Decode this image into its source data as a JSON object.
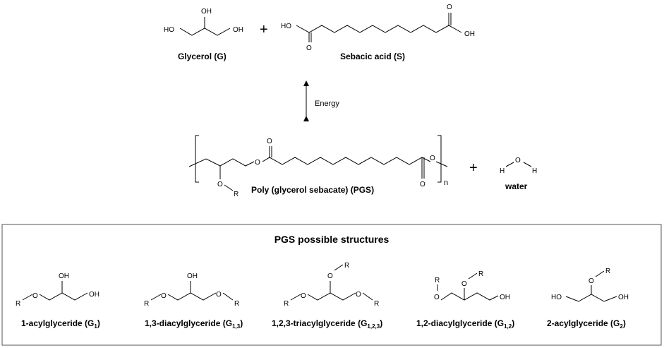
{
  "reactants": {
    "glycerol_label": "Glycerol (G)",
    "sebacic_label": "Sebacic acid (S)",
    "plus": "+"
  },
  "arrow": {
    "label": "Energy"
  },
  "products": {
    "pgs_label": "Poly (glycerol sebacate) (PGS)",
    "repeat_n": "n",
    "plus": "+",
    "water_label": "water"
  },
  "atoms": {
    "hydroxyl": "HO",
    "hydroxyl_right": "OH",
    "oxygen": "O",
    "hydrogen": "H",
    "r_group": "R"
  },
  "panel": {
    "title": "PGS possible structures",
    "structures": [
      {
        "name": "1-acylglyceride (G",
        "sub": "1",
        "close": ")"
      },
      {
        "name": "1,3-diacylglyceride (G",
        "sub": "1,3",
        "close": ")"
      },
      {
        "name": "1,2,3-triacylglyceride (G",
        "sub": "1,2,3",
        "close": ")"
      },
      {
        "name": "1,2-diacylglyceride (G",
        "sub": "1,2",
        "close": ")"
      },
      {
        "name": "2-acylglyceride (G",
        "sub": "2",
        "close": ")"
      }
    ]
  }
}
